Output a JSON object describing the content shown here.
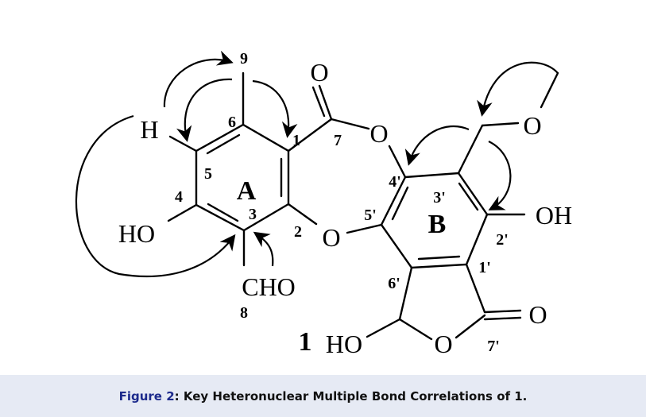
{
  "diagram": {
    "atoms": {
      "H": "H",
      "HO_4": "HO",
      "CHO": "CHO",
      "O_carbonyl_7": "O",
      "O_ester": "O",
      "O_ether_2": "O",
      "O_methoxy": "O",
      "OH_2p": "OH",
      "O_carbonyl_7p": "O",
      "O_ring": "O",
      "HO_6p": "HO"
    },
    "ring_labels": {
      "A": "A",
      "B": "B"
    },
    "numbering": {
      "n9": "9",
      "n6": "6",
      "n1": "1",
      "n7": "7",
      "n5": "5",
      "n4": "4",
      "n3": "3",
      "n2": "2",
      "n8": "8",
      "n4p": "4'",
      "n3p": "3'",
      "n5p": "5'",
      "n2p": "2'",
      "n1p": "1'",
      "n6p": "6'",
      "n7p": "7'"
    },
    "compound_number": "1"
  },
  "caption": {
    "figure_label": "Figure 2",
    "separator": ":",
    "text": " Key Heteronuclear Multiple Bond Correlations of 1.",
    "figure_label_color": "#1c2a8c",
    "background": "#e6eaf4"
  }
}
